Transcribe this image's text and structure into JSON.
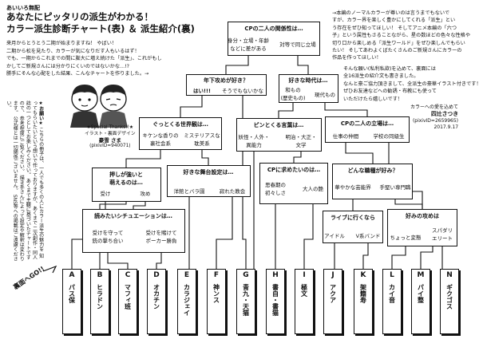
{
  "header": {
    "small_title": "あいいろ無配",
    "title_1": "あなたにピッタリの派生がわかる！",
    "title_2": "カラー派生診断チャート(表) ＆ 派生紹介(裏)"
  },
  "intro_lines": [
    "来月からとうとう二期が始まりますね！ やばい！",
    "二期から松を見たり、カラーが気になりだす人もいるはず！",
    "でも、一期からこれまでの間に膨大に増え続けた「派生」、これがもし",
    "かしてご新規さんには分かりにくいのではないかな…!?",
    "勝手にそんな心配をした結果、こんなチャートを作りました。→"
  ],
  "note_lines": [
    "→本編のノーマルカラーが尊いのは言うまでもないで",
    "すが、カラー界を楽しく豊かにしてくれる「派生」とい",
    "う存在をぜひ知ってほしい！ そしてアニメ本編の「六つ",
    "子」という属性もさることながら、星の数ほどの色々な性格や",
    "切り口から楽しめる「派生ワールド」をぜひ楽しんでもらい",
    "たい！ そしてあわよくばたくさんのご新規さんにカラーの",
    "作品を作ってほしい！"
  ],
  "request_lines": [
    "そんな願い(私利私欲)を込めて、裏面には",
    "全16派生の紹介文も書きました。",
    "なんと豪ご協力頂きまして、全派生の豪華イラスト付きです！",
    "ぜひお友達などへの勧誘・布教にも使って",
    "いただけたら嬉しいです！"
  ],
  "credit_right": {
    "role": "カラーへの愛を込めて",
    "name": "四辻さつき",
    "pixiv": "(pixivID=2659965)",
    "date": "2017.9.17"
  },
  "credit_left": {
    "thanks": "★Special Thanks!!★",
    "role": "イラスト・裏面デザイン",
    "name": "豪雪 さま",
    "pixiv": "(pixivID=940071)"
  },
  "side_note": {
    "head": "★お願い★",
    "lines": [
      "こちらの冊子は、一人でも多くの人にカラー派生の魅力を",
      "知ってもらいたいという想いで作っておりますが、あくまで",
      "二次創作・同人誌の一つとしてお楽しみください。",
      "あくまで主観に基づいたチャートですので、",
      "参考程度にご覧ください。",
      "描き手さんによって設定や解釈は変わります。",
      "公式様とは一切関係ございません。",
      "SNS等への掲載はご遠慮ください。"
    ]
  },
  "reverse_label": "裏面へGO!!",
  "chart": {
    "q1": {
      "title": "CPの二人の関係性は…",
      "a": "身分・立場・年齢\nなどに差がある",
      "b": "対等で同じ立場"
    },
    "q2": {
      "title": "年下攻めが好き？",
      "yes": "はい!!!",
      "no": "そうでもないかな"
    },
    "q3": {
      "title": "好きな時代は…",
      "a": "和もの\n(歴史もの)",
      "b": "現代もの"
    },
    "q4": {
      "title": "ぐっとくる世界観は…",
      "a": "キケンな香りの\n裏社会系",
      "b": "ミステリアスな\n耽美系"
    },
    "q5": {
      "title": "ピンとくる言葉は…",
      "a": "妖怪・人外・\n異能力",
      "b": "明治・大正・\n文学"
    },
    "q6": {
      "title": "CPの二人の立場は…",
      "a": "仕事の仲間",
      "b": "学校の同級生"
    },
    "q7": {
      "title": "押しが強いと\n萌えるのは…",
      "a": "受け",
      "b": "攻め"
    },
    "q8": {
      "title": "好きな舞台設定は…",
      "a": "洋館とバラ園",
      "b": "寂れた教会"
    },
    "q9": {
      "title": "CPに求めたいのは…",
      "a": "思春期の\n初々しさ",
      "b": "大人の艶"
    },
    "q10": {
      "title": "どんな職種が好み？",
      "a": "華やかな芸能界",
      "b": "手堅い専門職"
    },
    "q11": {
      "title": "読みたいシチュエーションは…",
      "a": "受けを守って\n銃の撃ち合い",
      "b": "受けを賭けて\nポーカー勝負"
    },
    "q12": {
      "title": "ライブに行くなら",
      "a": "アイドル",
      "b": "V系バンド"
    },
    "q13": {
      "title": "好みの攻めは",
      "a": "ちょっと変態",
      "b": "スパダリ\nエリート"
    }
  },
  "answers": [
    {
      "letter": "A",
      "name": "パス保"
    },
    {
      "letter": "B",
      "name": "ヒラドン"
    },
    {
      "letter": "C",
      "name": "マフィ班"
    },
    {
      "letter": "D",
      "name": "オカチン"
    },
    {
      "letter": "E",
      "name": "カラジェイ"
    },
    {
      "letter": "F",
      "name": "神ンス"
    },
    {
      "letter": "G",
      "name": "青九・天猫"
    },
    {
      "letter": "H",
      "name": "書自・書猫"
    },
    {
      "letter": "I",
      "name": "極文"
    },
    {
      "letter": "J",
      "name": "アクア"
    },
    {
      "letter": "K",
      "name": "架籍寿"
    },
    {
      "letter": "L",
      "name": "カイ音"
    },
    {
      "letter": "M",
      "name": "パイ整"
    },
    {
      "letter": "N",
      "name": "ギクゴス"
    }
  ]
}
